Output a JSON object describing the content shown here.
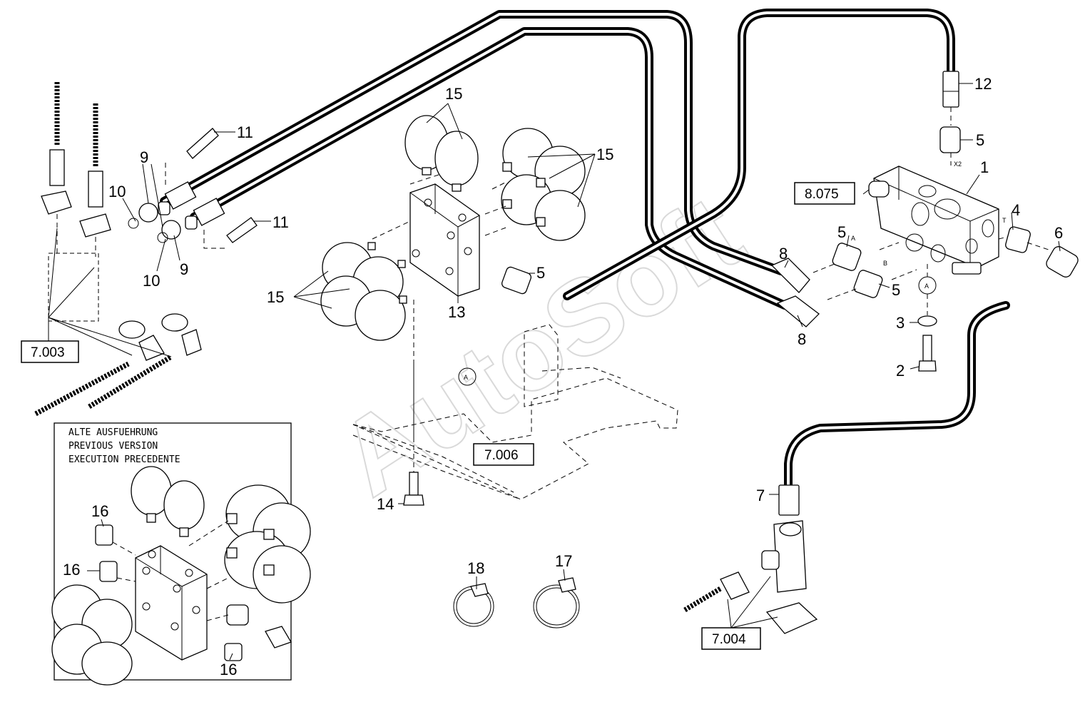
{
  "diagram": {
    "watermark": "AutoSoft",
    "callouts": {
      "c1": "1",
      "c2": "2",
      "c3": "3",
      "c4": "4",
      "c5a": "5",
      "c5b": "5",
      "c5c": "5",
      "c5d": "5",
      "c6": "6",
      "c7": "7",
      "c8a": "8",
      "c8b": "8",
      "c9a": "9",
      "c9b": "9",
      "c10a": "10",
      "c10b": "10",
      "c11a": "11",
      "c11b": "11",
      "c12": "12",
      "c13": "13",
      "c14": "14",
      "c15a": "15",
      "c15b": "15",
      "c15c": "15",
      "c16a": "16",
      "c16b": "16",
      "c16c": "16",
      "c17": "17",
      "c18": "18"
    },
    "ref_boxes": {
      "r7003": "7.003",
      "r7006": "7.006",
      "r8075": "8.075",
      "r7004": "7.004"
    },
    "small_labels": {
      "x2": "X2",
      "port_a": "A",
      "port_b": "B",
      "port_t": "T",
      "marker_a1": "A",
      "marker_a2": "A"
    },
    "inset": {
      "line1": "ALTE AUSFUEHRUNG",
      "line2": "PREVIOUS VERSION",
      "line3": "EXECUTION PRECEDENTE"
    }
  }
}
